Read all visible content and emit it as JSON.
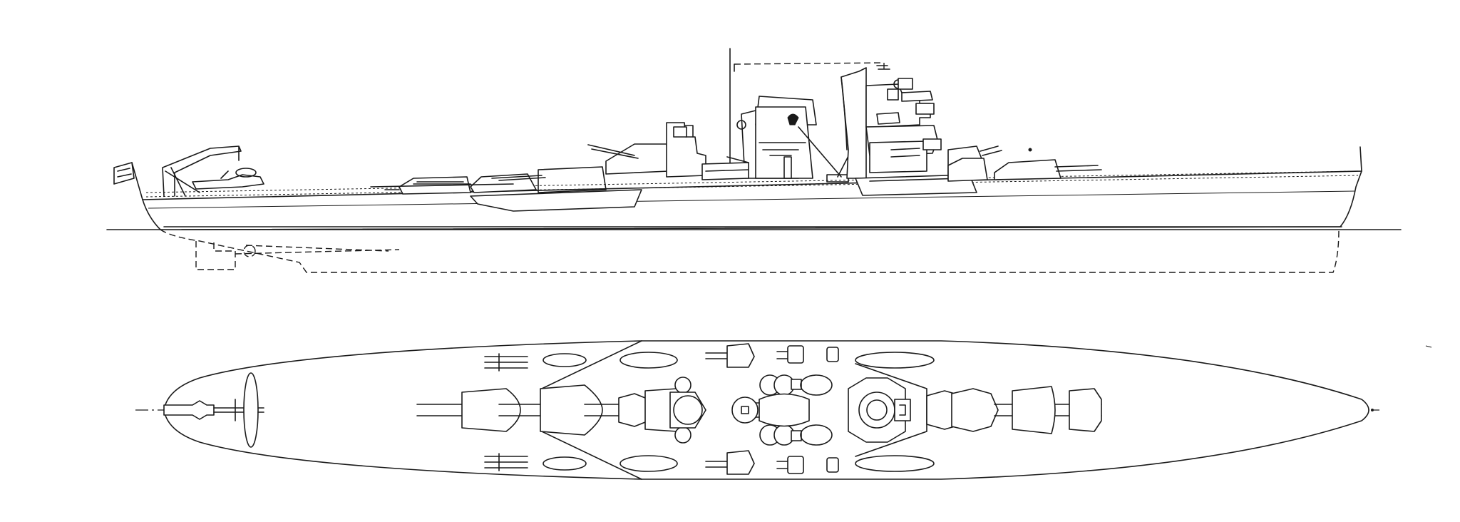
{
  "drawing": {
    "views": [
      "profile",
      "plan"
    ],
    "profile": {
      "main_turrets": 4,
      "funnels": 0
    },
    "plan": {
      "main_turrets": 4,
      "secondary_mounts_per_side": 2,
      "lifeboats_per_side": 3
    },
    "line_color": "#1a1a1a",
    "background": "#ffffff"
  }
}
